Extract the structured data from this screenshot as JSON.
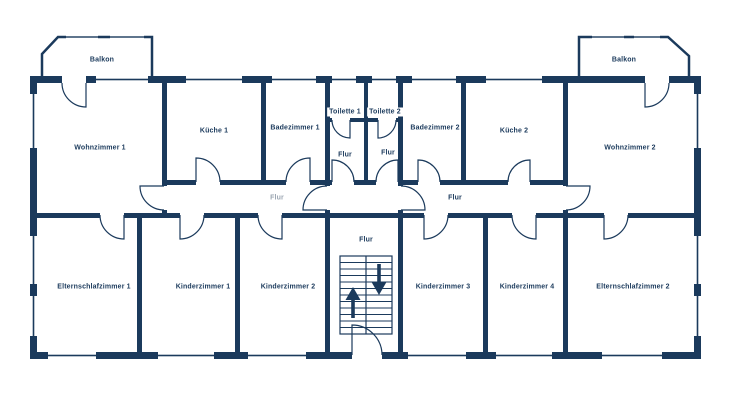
{
  "colors": {
    "wall": "#1b3a5c",
    "ink": "#1b3a5c",
    "muted": "#9aa5b1",
    "background": "#ffffff"
  },
  "floorplan": {
    "rooms": {
      "balkon_left": "Balkon",
      "balkon_right": "Balkon",
      "wohnzimmer_1": "Wohnzimmer 1",
      "kueche_1": "Küche 1",
      "badezimmer_1": "Badezimmer 1",
      "toilette_1": "Toilette 1",
      "toilette_2": "Toilette 2",
      "badezimmer_2": "Badezimmer 2",
      "kueche_2": "Küche 2",
      "wohnzimmer_2": "Wohnzimmer 2",
      "flur_apartment1_top": "Flur",
      "flur_apartment2_top": "Flur",
      "flur_apartment1": "Flur",
      "flur_apartment2": "Flur",
      "flur_stairwell": "Flur",
      "elternschlafzimmer_1": "Elternschlafzimmer 1",
      "kinderzimmer_1": "Kinderzimmer 1",
      "kinderzimmer_2": "Kinderzimmer 2",
      "kinderzimmer_3": "Kinderzimmer 3",
      "kinderzimmer_4": "Kinderzimmer 4",
      "elternschlafzimmer_2": "Elternschlafzimmer 2"
    }
  }
}
